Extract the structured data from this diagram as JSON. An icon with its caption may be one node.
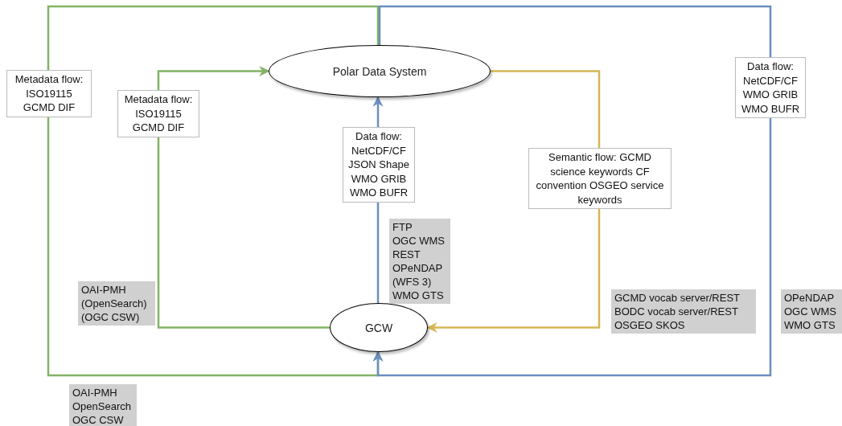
{
  "diagram": {
    "nodes": [
      {
        "text": [
          "Polar Data System"
        ]
      },
      {
        "text": [
          "GCW"
        ]
      },
      {
        "text": [
          "FTP",
          "OGC WMS",
          "REST",
          "OPeNDAP",
          "(WFS 3)",
          "WMO GTS"
        ]
      },
      {
        "text": [
          "OAI-PMH",
          "(OpenSearch)",
          "(OGC CSW)"
        ]
      },
      {
        "text": [
          "GCMD vocab server/REST",
          "BODC vocab server/REST",
          "OSGEO SKOS"
        ]
      },
      {
        "text": [
          "OPeNDAP",
          "OGC WMS",
          "WMO GTS"
        ]
      },
      {
        "text": [
          "OAI-PMH",
          "OpenSearch",
          "OGC CSW"
        ]
      }
    ],
    "edges": [
      {
        "from": 0,
        "to": 1,
        "arrow": "to",
        "color": "#82b366",
        "label": "Metadata flow: ISO19115 GCMD DIF"
      },
      {
        "from": 0,
        "to": 1,
        "arrow": "to",
        "color": "#6c8ebf",
        "label": "Data flow: NetCDF/CF WMO GRIB WMO BUFR"
      },
      {
        "from": 1,
        "to": 0,
        "arrow": "to",
        "color": "#82b366",
        "label": "Metadata flow: ISO19115 GCMD DIF"
      },
      {
        "from": 1,
        "to": 0,
        "arrow": "to",
        "color": "#6c8ebf",
        "label": "Data flow: NetCDF/CF JSON Shape WMO GRIB WMO BUFR"
      },
      {
        "from": 0,
        "to": 1,
        "arrow": "to",
        "color": "#d6b656",
        "label": "Semantic flow: GCMD science keywords CF convention OSGEO service keywords"
      }
    ]
  }
}
